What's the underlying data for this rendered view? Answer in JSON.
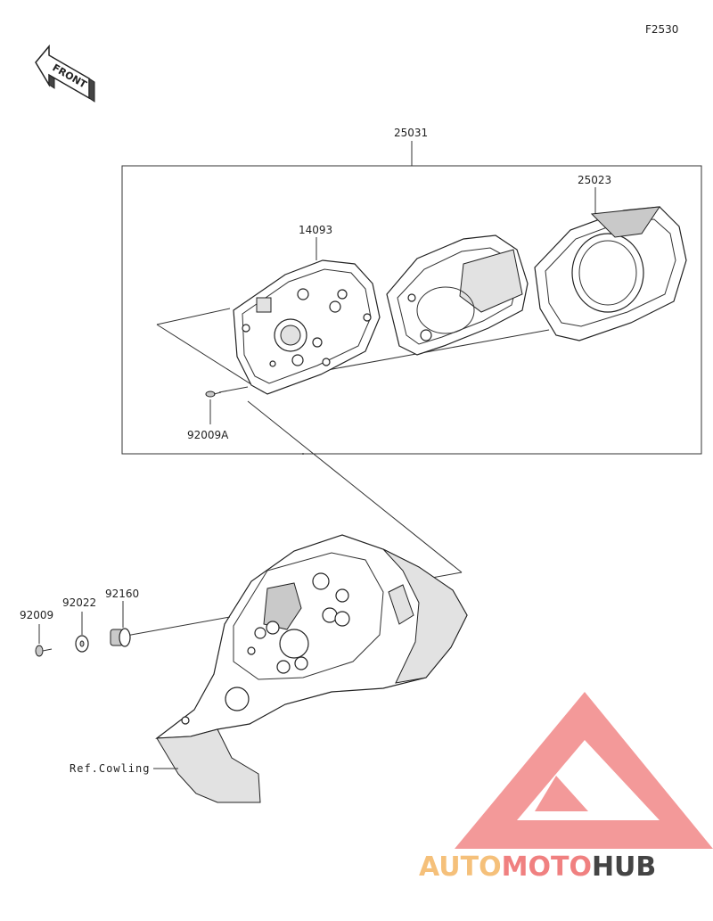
{
  "diagram_code": "F2530",
  "front_label": "FRONT",
  "labels": {
    "assembly": "25031",
    "cover": "25023",
    "case": "14093",
    "screw_a": "92009A",
    "screw": "92009",
    "washer": "92022",
    "grommet": "92160",
    "ref_cowling": "Ref.Cowling"
  },
  "watermark": {
    "part1": "AUTO",
    "part2": "MOTO",
    "part3": "HUB",
    "color_red": "#f08080",
    "color_orange": "#f5c07a",
    "color_dark": "#444444"
  }
}
